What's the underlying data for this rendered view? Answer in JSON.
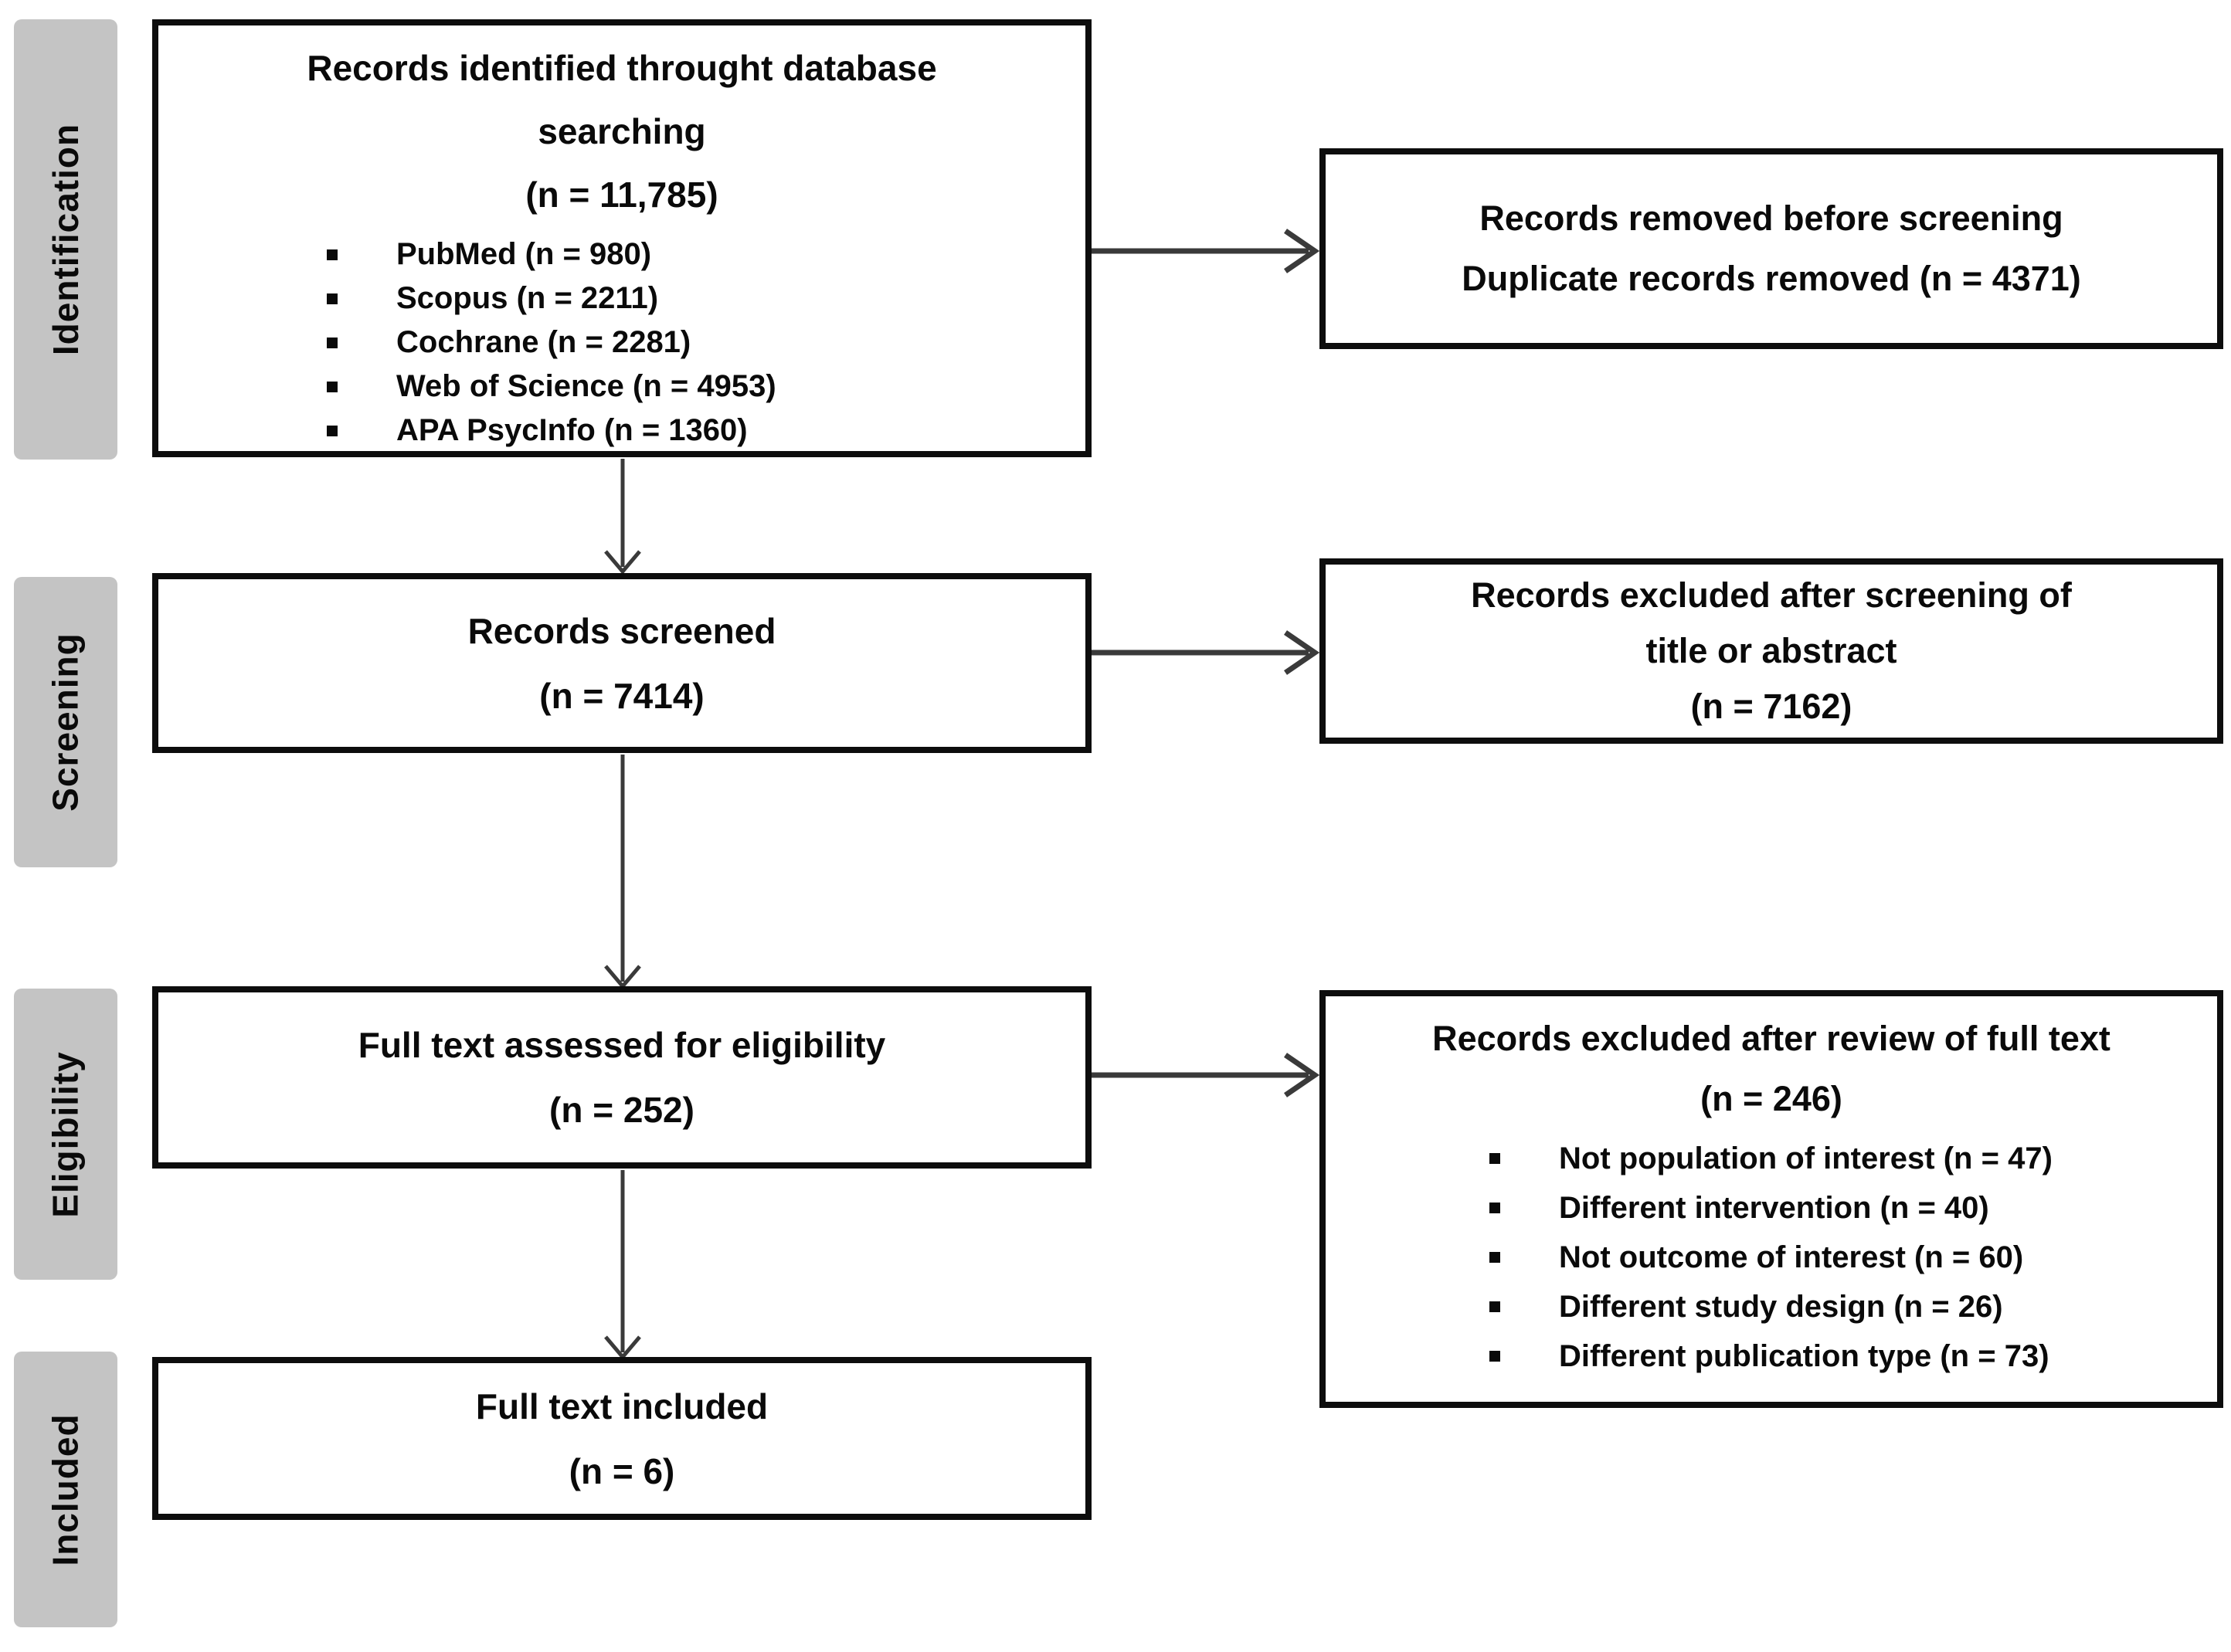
{
  "stages": [
    "Identification",
    "Screening",
    "Eligibility",
    "Included"
  ],
  "boxes": {
    "identified": {
      "lines": [
        "Records identified throught database",
        "searching",
        "(n = 11,785)"
      ],
      "bullets": [
        "PubMed (n = 980)",
        "Scopus (n = 2211)",
        "Cochrane (n = 2281)",
        "Web of Science (n = 4953)",
        "APA PsycInfo (n = 1360)"
      ]
    },
    "screened": {
      "lines": [
        "Records screened",
        "(n = 7414)"
      ]
    },
    "full_text_assessed": {
      "lines": [
        "Full text assessed for eligibility",
        "(n = 252)"
      ]
    },
    "full_text_included": {
      "lines": [
        "Full text included",
        "(n = 6)"
      ]
    },
    "removed_before_screening": {
      "lines": [
        "Records removed before screening",
        "Duplicate records removed (n = 4371)"
      ]
    },
    "excluded_after_screening": {
      "lines": [
        "Records excluded after screening of",
        "title or abstract",
        "(n = 7162)"
      ]
    },
    "excluded_after_full_text": {
      "lines": [
        "Records excluded after review of full text",
        "(n = 246)"
      ],
      "bullets": [
        "Not population of interest (n = 47)",
        "Different intervention (n = 40)",
        "Not outcome of interest (n = 60)",
        "Different study design (n = 26)",
        "Different publication type (n = 73)"
      ]
    }
  },
  "colors": {
    "background": "#ffffff",
    "box_border": "#0d0d0d",
    "stage_fill": "#c4c4c4",
    "arrow": "#3a3a3a",
    "text": "#0a0a0a"
  }
}
